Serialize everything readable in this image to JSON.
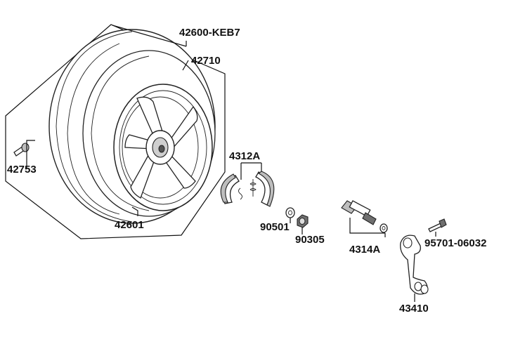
{
  "parts": [
    {
      "id": "rear-wheel-assy",
      "number": "42600-KEB7"
    },
    {
      "id": "tire",
      "number": "42710"
    },
    {
      "id": "valve",
      "number": "42753"
    },
    {
      "id": "rim",
      "number": "42601"
    },
    {
      "id": "brake-shoe-set",
      "number": "4312A"
    },
    {
      "id": "washer",
      "number": "90501"
    },
    {
      "id": "nut",
      "number": "90305"
    },
    {
      "id": "brake-cam",
      "number": "4314A"
    },
    {
      "id": "bolt",
      "number": "95701-06032"
    },
    {
      "id": "brake-arm",
      "number": "43410"
    }
  ]
}
